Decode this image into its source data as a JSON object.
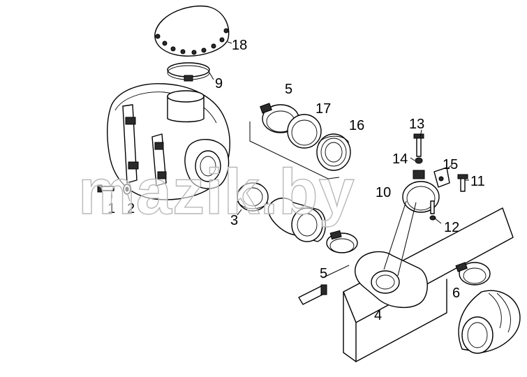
{
  "watermark": "mazik.by",
  "callouts": {
    "c1": "1",
    "c2": "2",
    "c3": "3",
    "c4": "4",
    "c5a": "5",
    "c5b": "5",
    "c6": "6",
    "c9": "9",
    "c10": "10",
    "c11": "11",
    "c12": "12",
    "c13": "13",
    "c14": "14",
    "c15": "15",
    "c16": "16",
    "c17": "17",
    "c18": "18"
  },
  "colors": {
    "line": "#000000",
    "background": "#ffffff",
    "watermark_stroke": "#b8b8b8"
  }
}
